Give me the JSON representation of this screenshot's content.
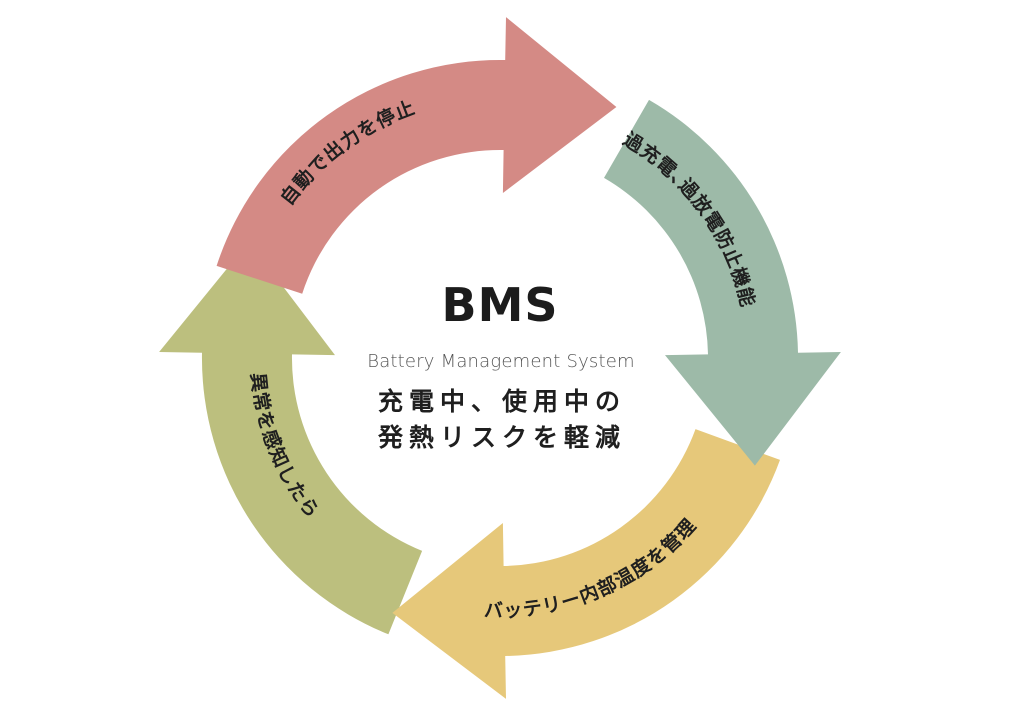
{
  "diagram": {
    "center": {
      "title": "BMS",
      "subtitle": "Battery Management System",
      "description_lines": [
        "充電中、使用中の",
        "発熱リスクを軽減"
      ]
    },
    "cycle_steps": [
      {
        "id": "stop",
        "label": "自動で出力を停止",
        "color": "#d48a85",
        "direction": "right"
      },
      {
        "id": "protect",
        "label": "過充電､過放電防止機能",
        "color": "#9dbaa8",
        "direction": "down"
      },
      {
        "id": "temperature",
        "label": "バッテリー内部温度を管理",
        "color": "#e6c87a",
        "direction": "left"
      },
      {
        "id": "detect",
        "label": "異常を感知したら",
        "color": "#bcbf7e",
        "direction": "up"
      }
    ]
  }
}
